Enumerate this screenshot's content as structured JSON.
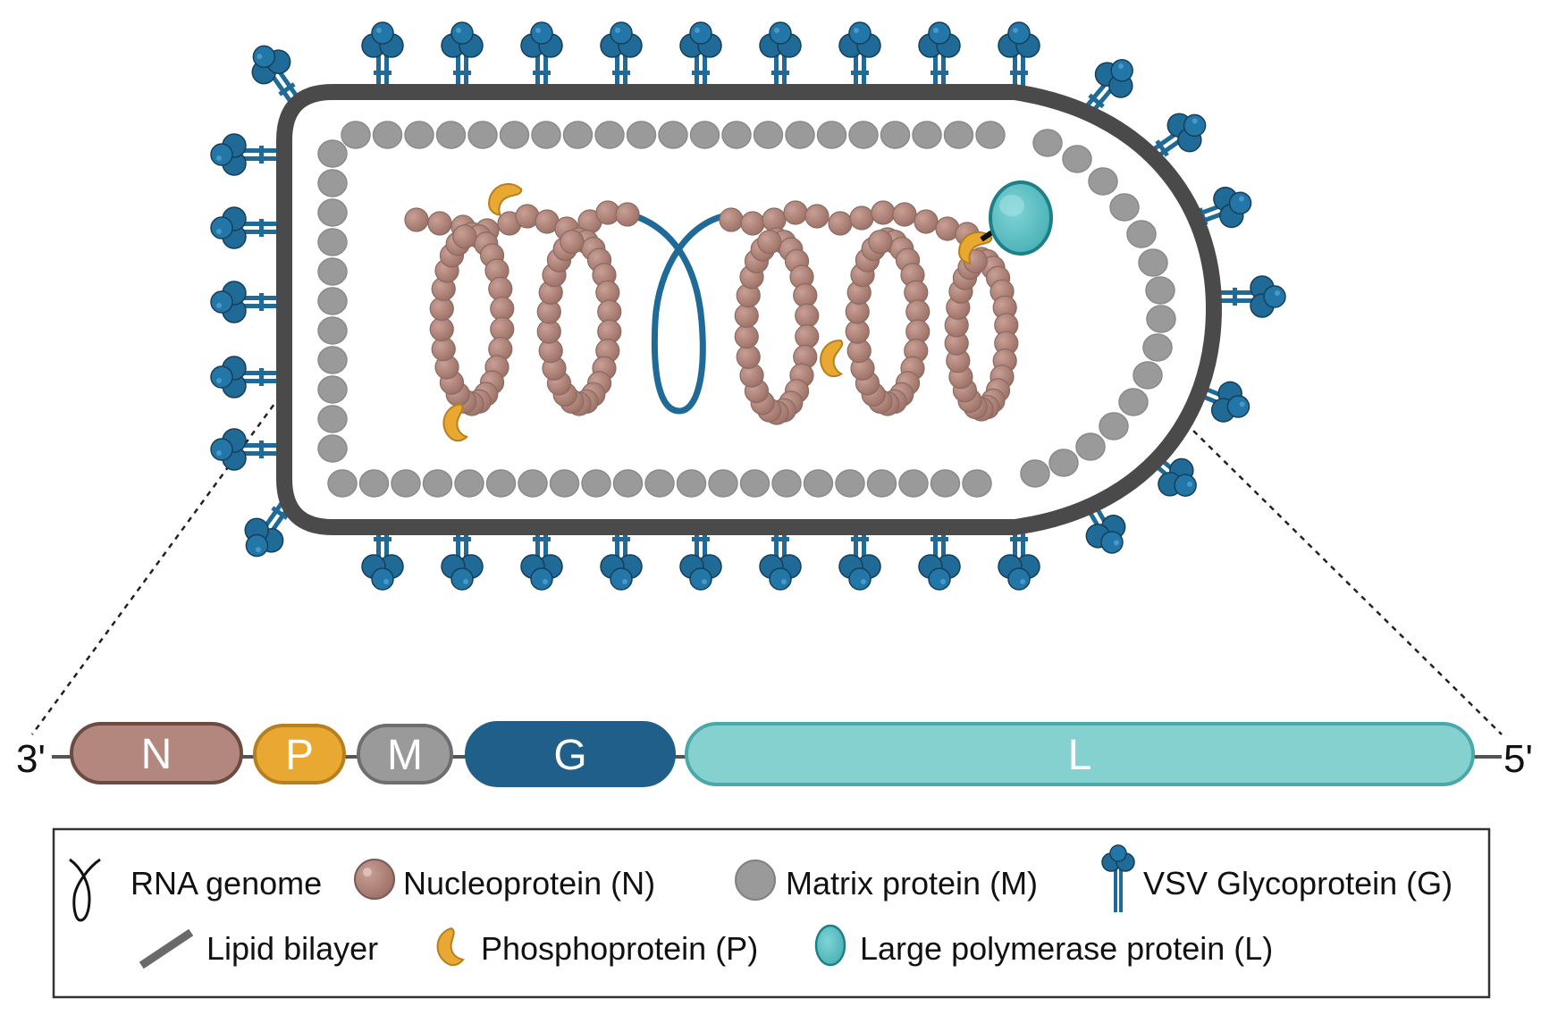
{
  "genome": {
    "end_3": "3'",
    "end_5": "5'",
    "segments": [
      {
        "label": "N",
        "color": "#b3877d",
        "stroke": "#6b4b42"
      },
      {
        "label": "P",
        "color": "#e8a832",
        "stroke": "#b5801d"
      },
      {
        "label": "M",
        "color": "#9a9a9a",
        "stroke": "#6e6e6e"
      },
      {
        "label": "G",
        "color": "#1f5f8a",
        "stroke": "#1f5f8a"
      },
      {
        "label": "L",
        "color": "#84d1d0",
        "stroke": "#4aa8ab"
      }
    ]
  },
  "legend": {
    "rna_genome": "RNA genome",
    "nucleoprotein": "Nucleoprotein (N)",
    "matrix_protein": "Matrix protein (M)",
    "vsv_glycoprotein": "VSV Glycoprotein (G)",
    "lipid_bilayer": "Lipid bilayer",
    "phosphoprotein": "Phosphoprotein (P)",
    "large_polymerase": "Large polymerase protein (L)"
  },
  "colors": {
    "membrane": "#4a4a4a",
    "matrix": "#9a9a9a",
    "nucleoprotein": "#b3877d",
    "phosphoprotein": "#e8a832",
    "glycoprotein": "#1f6a96",
    "polymerase": "#5cc0c4",
    "rna": "#1f6a96"
  }
}
